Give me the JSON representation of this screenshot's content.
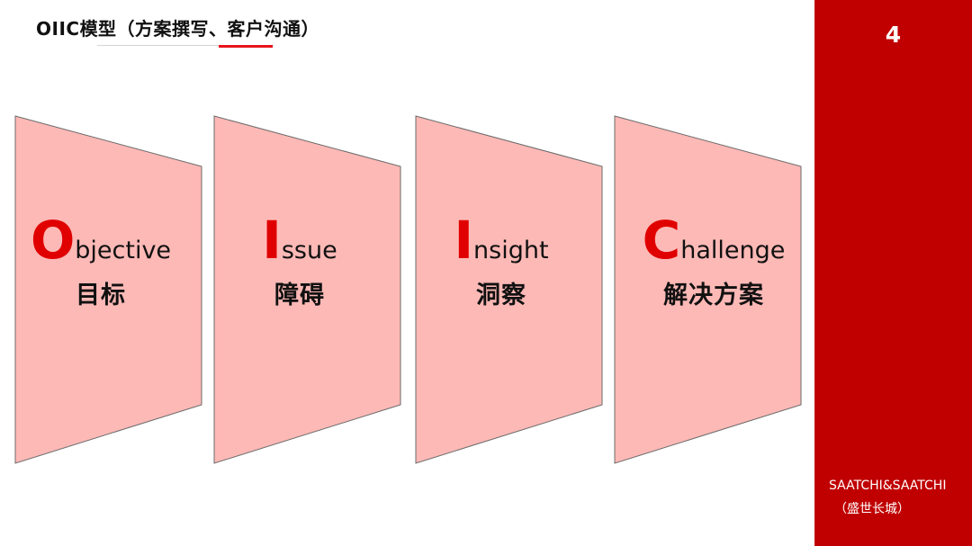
{
  "header": {
    "title": "OIIC模型（方案撰写、客户沟通）"
  },
  "sidebar": {
    "page_number": "4",
    "brand_line1": "SAATCHI&SAATCHI",
    "brand_line2": "（盛世长城）"
  },
  "panels": [
    {
      "initial": "O",
      "rest": "bjective",
      "zh": "目标"
    },
    {
      "initial": "I",
      "rest": "ssue",
      "zh": "障碍"
    },
    {
      "initial": "I",
      "rest": "nsight",
      "zh": "洞察"
    },
    {
      "initial": "C",
      "rest": "hallenge",
      "zh": "解决方案"
    }
  ],
  "colors": {
    "sidebar": "#c00000",
    "panel_fill": "#fdb9b6",
    "initial_letter": "#e00000",
    "title_accent": "#e8141c"
  }
}
